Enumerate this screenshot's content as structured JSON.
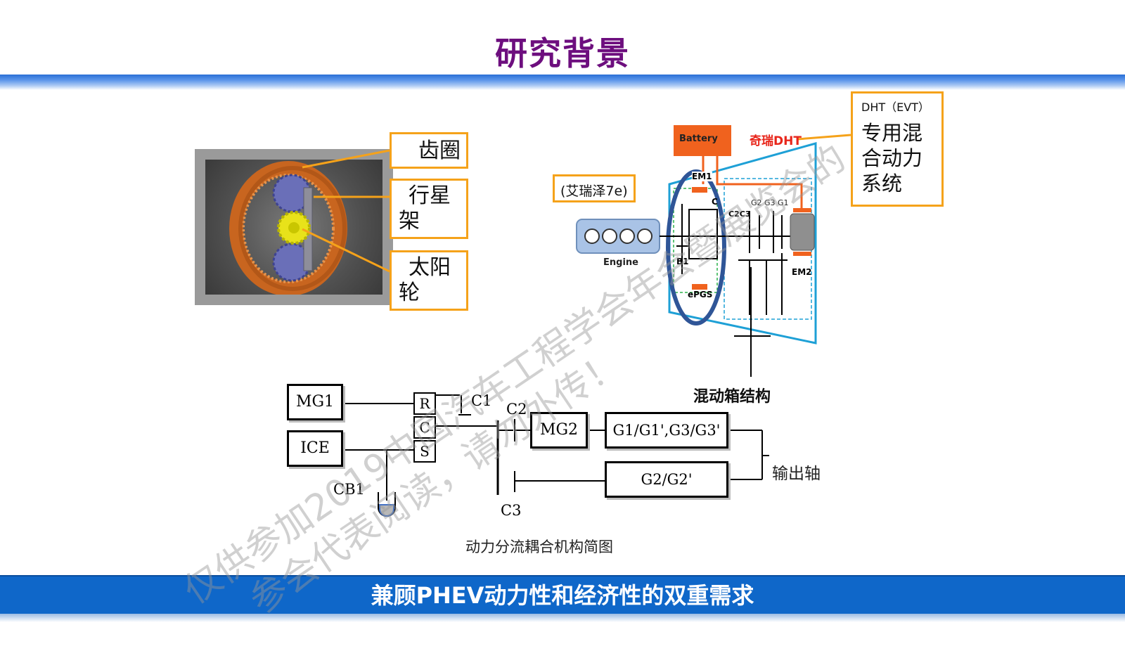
{
  "slide": {
    "title": "研究背景",
    "footer": "兼顾PHEV动力性和经济性的双重需求"
  },
  "planetary": {
    "ring_label": "齿圈",
    "carrier_label_line1": "行星",
    "carrier_label_line2": "架",
    "sun_label_line1": "太阳",
    "sun_label_line2": "轮"
  },
  "dht": {
    "car_label": "(艾瑞泽7e)",
    "battery": "Battery",
    "brand_dht": "奇瑞DHT",
    "em1": "EM1",
    "em2": "EM2",
    "engine": "Engine",
    "b1": "B1",
    "c_small": "C",
    "c2c3": "C2C3",
    "g_labels": "G2 G3 G1",
    "epgs": "ePGS",
    "caption": "混动箱结构",
    "evt_header": "DHT（EVT）",
    "evt_line1": "专用混",
    "evt_line2": "合动力",
    "evt_line3": "系统"
  },
  "schematic": {
    "mg1": "MG1",
    "ice": "ICE",
    "r": "R",
    "c": "C",
    "s": "S",
    "c1": "C1",
    "c2": "C2",
    "c3": "C3",
    "cb1": "CB1",
    "mg2": "MG2",
    "gear_high": "G1/G1',G3/G3'",
    "gear_low": "G2/G2'",
    "output": "输出轴",
    "caption": "动力分流耦合机构简图"
  },
  "watermark": {
    "line1": "仅供参加2019中国汽车工程学会年会暨展览会的",
    "line2": "参会代表阅读，请勿外传！"
  },
  "colors": {
    "title": "#6d0e7e",
    "accent_orange": "#f5a21a",
    "bar_blue": "#0f67c9",
    "dht_red": "#e8261b",
    "cyan": "#1ea0d6"
  }
}
